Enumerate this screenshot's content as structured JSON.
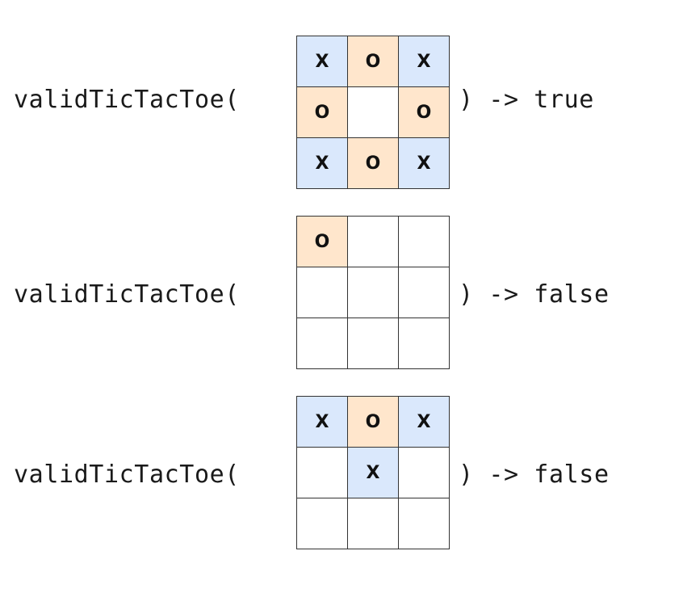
{
  "call_prefix": "validTicTacToe(",
  "colors": {
    "x_cell": "#dae8fc",
    "o_cell": "#ffe6cc",
    "empty_cell": "#ffffff",
    "grid_line": "#333333"
  },
  "examples": [
    {
      "board": [
        [
          "X",
          "O",
          "X"
        ],
        [
          "O",
          "",
          "O"
        ],
        [
          "X",
          "O",
          "X"
        ]
      ],
      "result": ") -> true"
    },
    {
      "board": [
        [
          "O",
          "",
          ""
        ],
        [
          "",
          "",
          ""
        ],
        [
          "",
          "",
          ""
        ]
      ],
      "result": ") -> false"
    },
    {
      "board": [
        [
          "X",
          "O",
          "X"
        ],
        [
          "",
          "X",
          ""
        ],
        [
          "",
          "",
          ""
        ]
      ],
      "result": ") -> false"
    }
  ]
}
